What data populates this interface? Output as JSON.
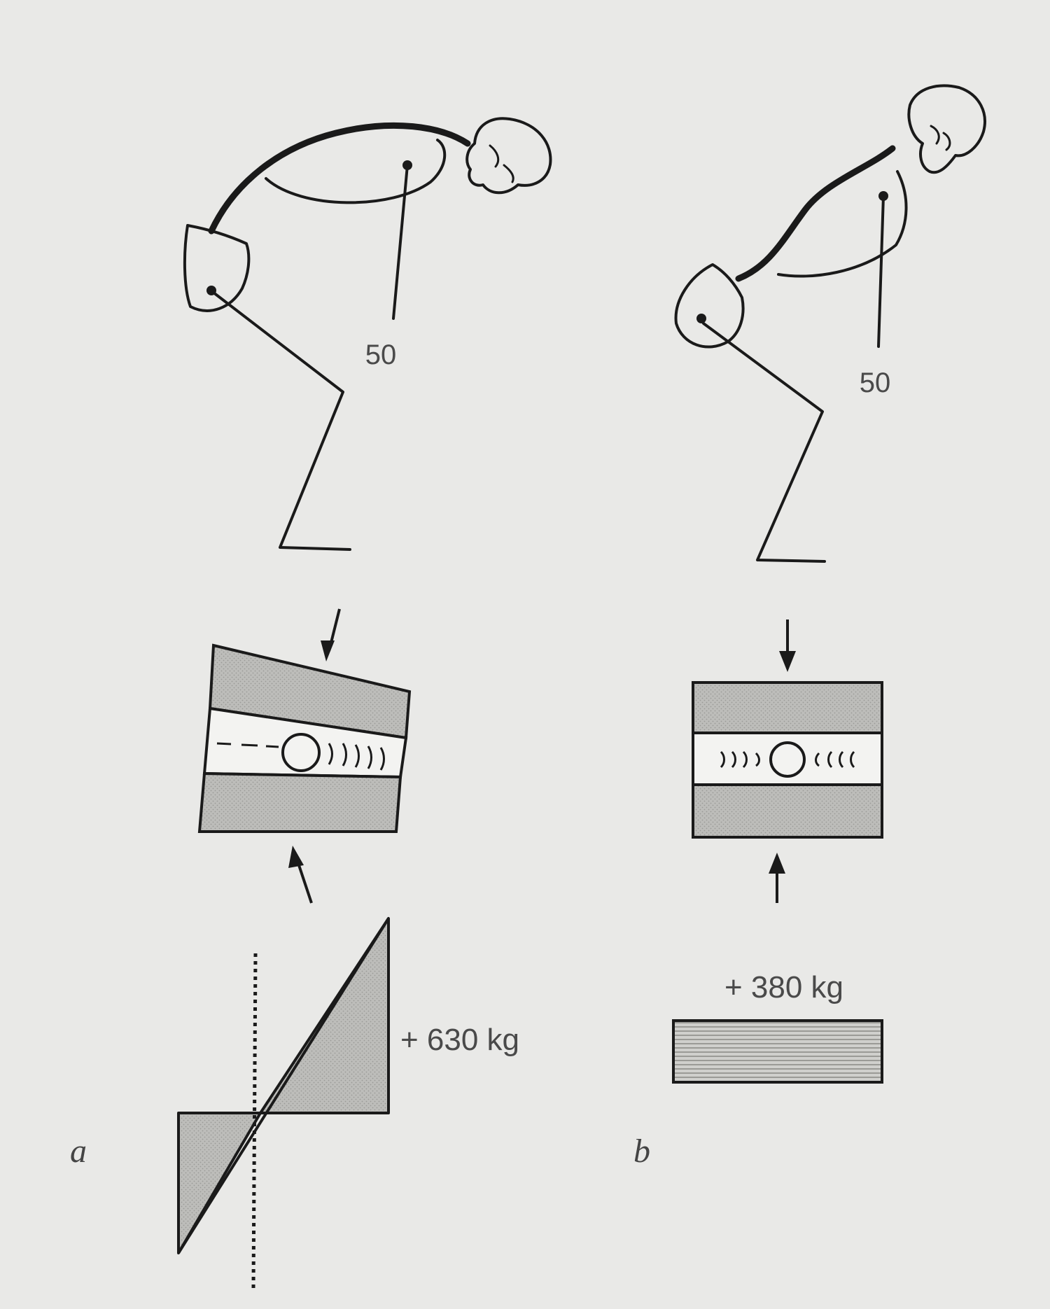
{
  "figure": {
    "panel_a": {
      "letter": "a",
      "trunk_weight_label": "50",
      "load_label": "+ 630 kg"
    },
    "panel_b": {
      "letter": "b",
      "trunk_weight_label": "50",
      "load_label": "+ 380 kg"
    },
    "colors": {
      "background": "#e9e9e7",
      "ink": "#1a1a1a",
      "shaded": "#b7b7b4",
      "text": "#4a4a4a"
    }
  }
}
